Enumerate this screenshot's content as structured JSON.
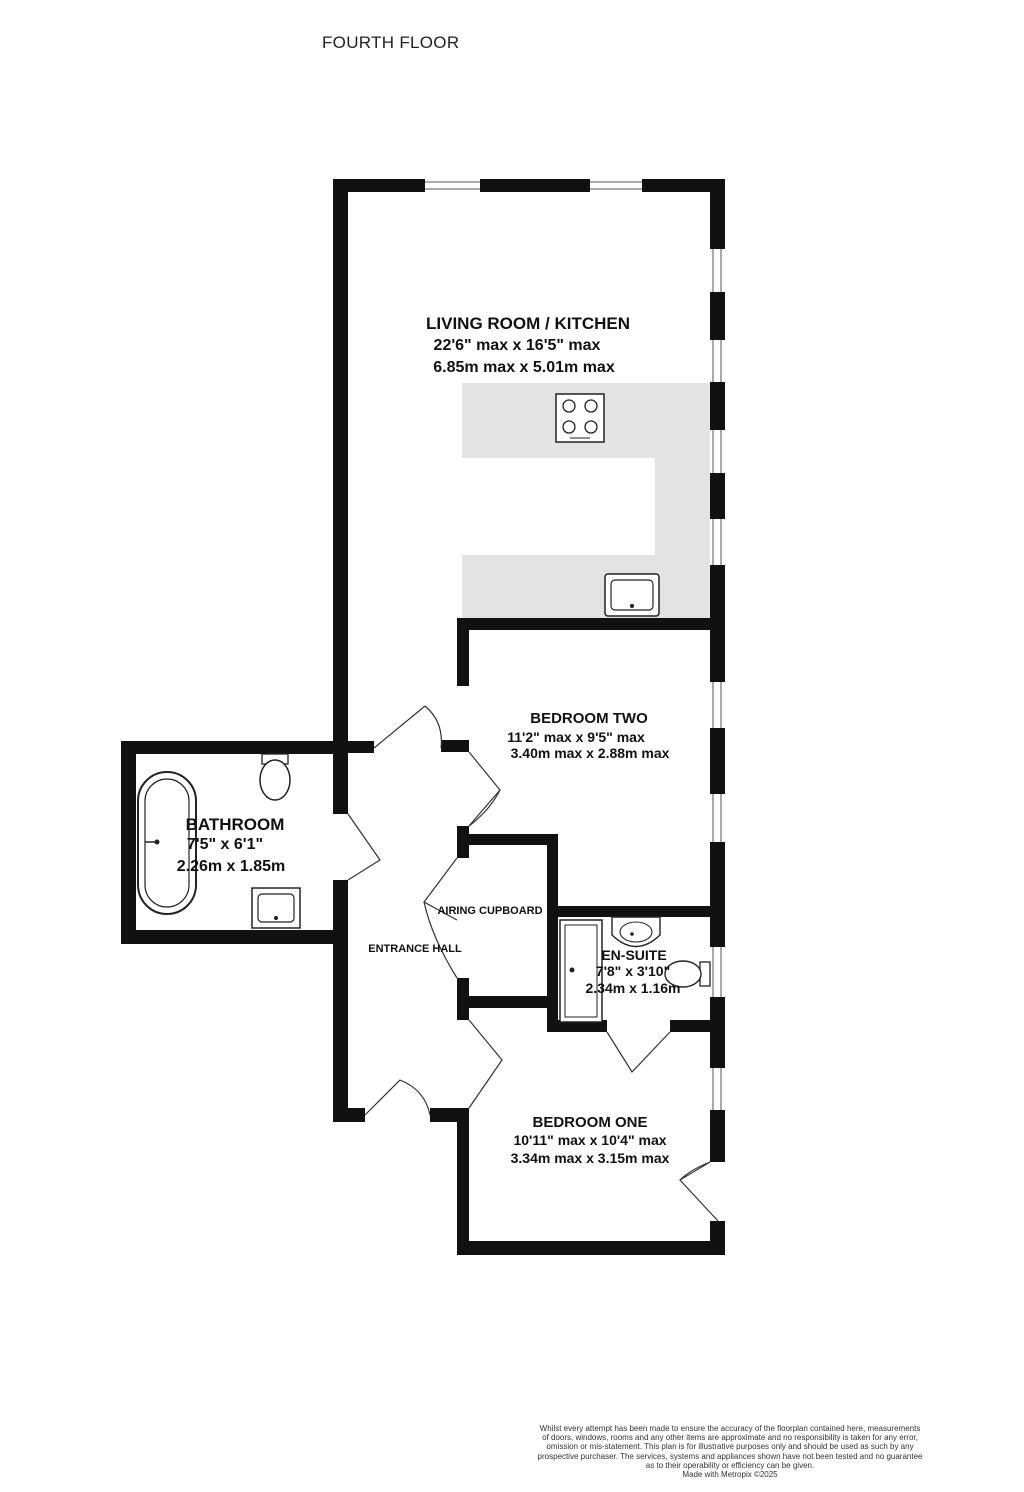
{
  "floor_title": "FOURTH FLOOR",
  "rooms": {
    "living": {
      "name": "LIVING ROOM / KITCHEN",
      "dim_imperial": "22'6\" max x 16'5\" max",
      "dim_metric": "6.85m max x 5.01m max"
    },
    "bedroom_two": {
      "name": "BEDROOM TWO",
      "dim_imperial": "11'2\" max x 9'5\" max",
      "dim_metric": "3.40m max x 2.88m max"
    },
    "bathroom": {
      "name": "BATHROOM",
      "dim_imperial": "7'5\"  x 6'1\"",
      "dim_metric": "2.26m  x 1.85m"
    },
    "ensuite": {
      "name": "EN-SUITE",
      "dim_imperial": "7'8\"  x 3'10\"",
      "dim_metric": "2.34m  x 1.16m"
    },
    "bedroom_one": {
      "name": "BEDROOM ONE",
      "dim_imperial": "10'11\" max x 10'4\" max",
      "dim_metric": "3.34m max x 3.15m max"
    },
    "airing_cupboard": {
      "name": "AIRING CUPBOARD"
    },
    "entrance_hall": {
      "name": "ENTRANCE HALL"
    }
  },
  "disclaimer": {
    "line1": "Whilst every attempt has been made to ensure the accuracy of the floorplan contained here, measurements",
    "line2": "of doors, windows, rooms and any other items are approximate and no responsibility is taken for any error,",
    "line3": "omission or mis-statement. This plan is for illustrative purposes only and should be used as such by any",
    "line4": "prospective purchaser. The services, systems and appliances shown have not been tested and no guarantee",
    "line5": "as to their operability or efficiency can be given.",
    "line6": "Made with Metropix ©2025"
  },
  "colors": {
    "wall": "#111111",
    "kitchen_counter": "#e3e3e3",
    "background": "#ffffff"
  }
}
